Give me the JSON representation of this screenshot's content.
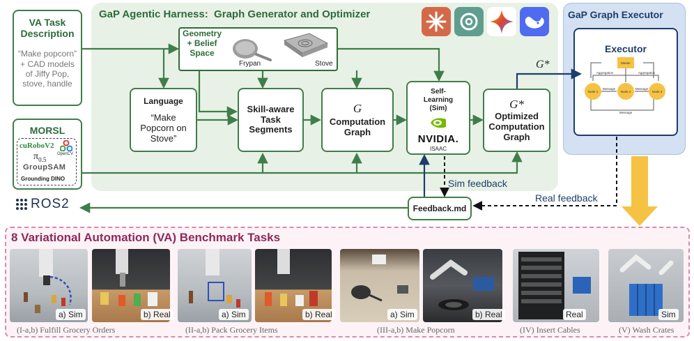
{
  "harness": {
    "title": "GaP Agentic Harness:  Graph Generator and Optimizer"
  },
  "executor_panel": {
    "title": "GaP Graph Executor",
    "inner_title": "Executor",
    "master_node": "Master",
    "nodes": [
      "Node 1",
      "Node 2",
      "Node 3"
    ],
    "edge_labels": [
      "Aggregation",
      "Aggregation",
      "Message",
      "Message",
      "Message"
    ]
  },
  "va_task": {
    "title": "VA Task Description",
    "text": "“Make popcorn” + CAD models of Jiffy Pop, stove, handle"
  },
  "morsl": {
    "title": "MORSL",
    "logos": [
      "cuRoboV2",
      "OpenCV",
      "Grounding DINO"
    ],
    "pi": "π",
    "pi_sub": "0.5",
    "gs": "GroupSAM"
  },
  "ros2": "ROS2",
  "geometry": {
    "title": "Geometry + Belief Space",
    "item1": "Frypan",
    "item2": "Stove"
  },
  "language": {
    "title": "Language",
    "text": "“Make Popcorn on Stove”"
  },
  "skill": {
    "text": "Skill-aware Task Segments"
  },
  "computation": {
    "symbol": "G",
    "text": "Computation Graph"
  },
  "self_learning": {
    "title": "Self-Learning (Sim)",
    "brand": "NVIDIA.",
    "sub": "ISAAC"
  },
  "optimized": {
    "symbol": "G*",
    "text": "Optimized Computation Graph"
  },
  "gstar_label": "G*",
  "feedback_file": "Feedback.md",
  "sim_feedback": "Sim feedback",
  "real_feedback": "Real feedback",
  "benchmark": {
    "title": "8 Variational Automation (VA) Benchmark Tasks",
    "captions": [
      "(I-a,b)  Fulfill Grocery Orders",
      "(II-a,b)  Pack Grocery Items",
      "(III-a,b) Make Popcorn",
      "(IV) Insert Cables",
      "(V) Wash Crates"
    ],
    "tags": [
      "a) Sim",
      "b) Real",
      "a) Sim",
      "b) Real",
      "a) Sim",
      "b) Real",
      "Real",
      "Sim"
    ]
  },
  "colors": {
    "green": "#3f7d4a",
    "panel": "#e8f1e6",
    "navy": "#1d3d6b",
    "pink": "#c24d86",
    "yellow": "#f6c243"
  }
}
